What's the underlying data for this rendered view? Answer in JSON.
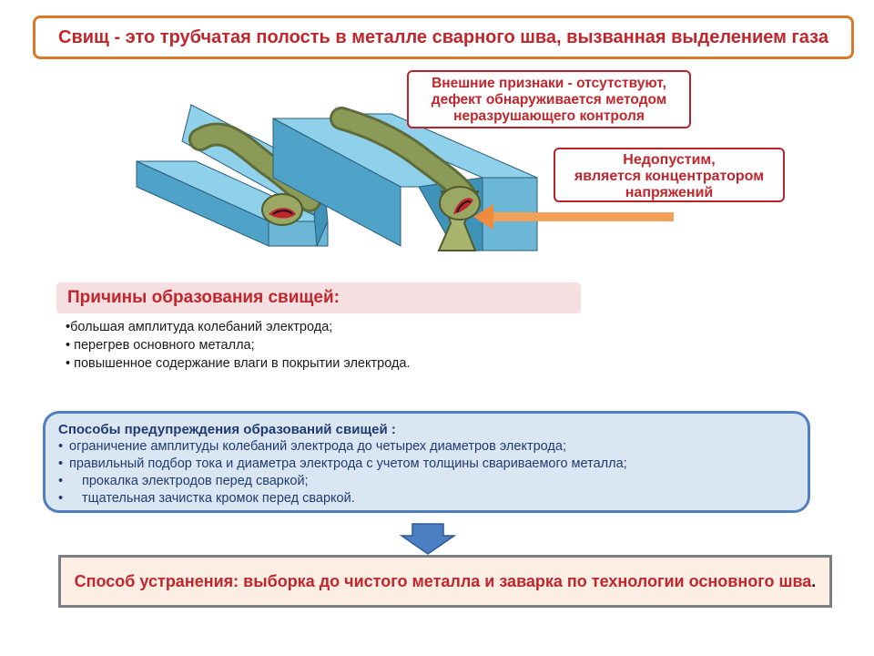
{
  "title": "Свищ - это трубчатая полость в металле сварного шва, вызванная выделением газа",
  "callouts": {
    "external_line1": "Внешние признаки - отсутствуют,",
    "external_line2": "дефект обнаруживается методом",
    "external_line3": "неразрушающего контроля",
    "inadmissible_line1": "Недопустим,",
    "inadmissible_line2": "является концентратором",
    "inadmissible_line3": "напряжений"
  },
  "causes": {
    "title": "Причины образования свищей:",
    "items": [
      "большая амплитуда колебаний электрода;",
      "перегрев основного металла;",
      "повышенное содержание влаги в покрытии электрода."
    ]
  },
  "prevention": {
    "title": "Способы предупреждения образований свищей :",
    "items": [
      "ограничение амплитуды колебаний электрода до четырех диаметров электрода;",
      "правильный подбор тока и диаметра электрода с учетом толщины свариваемого металла;",
      "прокалка электродов перед сваркой;",
      "тщательная зачистка кромок перед сваркой."
    ]
  },
  "remedy": {
    "text": "Способ устранения: выборка до чистого металла и заварка по технологии основного шва",
    "end": "."
  },
  "colors": {
    "accent_red": "#c0262c",
    "title_border": "#d97a2b",
    "prevention_bg": "#dbe6f3",
    "prevention_border": "#4f7fbd",
    "arrow_blue": "#4a7fc4",
    "arrow_orange": "#f08a3c"
  }
}
